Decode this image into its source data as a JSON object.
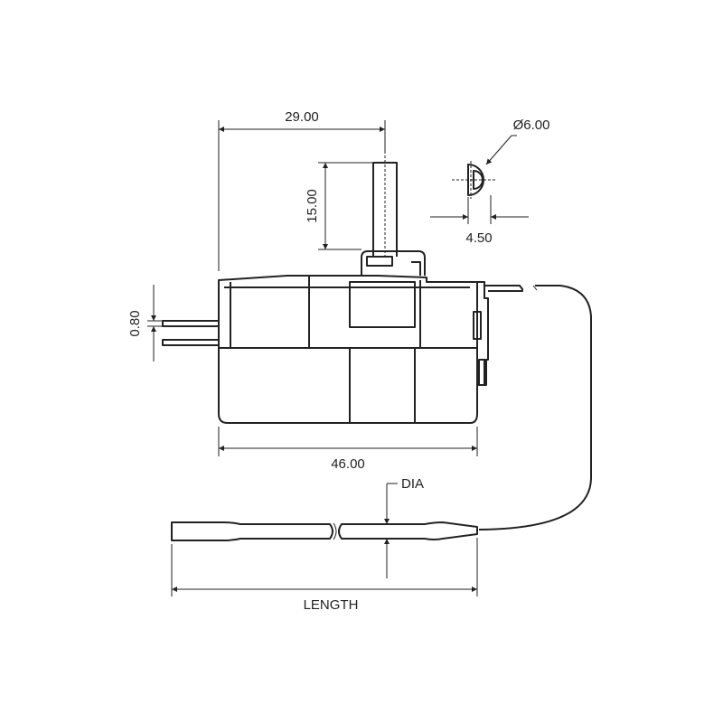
{
  "dimensions": {
    "shaft_offset": "29.00",
    "shaft_diameter": "Ø6.00",
    "shaft_height": "15.00",
    "flat_width": "4.50",
    "terminal_thickness": "0.80",
    "body_width": "46.00",
    "probe_diameter": "DIA",
    "probe_length": "LENGTH"
  },
  "colors": {
    "line": "#222222",
    "background": "#ffffff"
  }
}
